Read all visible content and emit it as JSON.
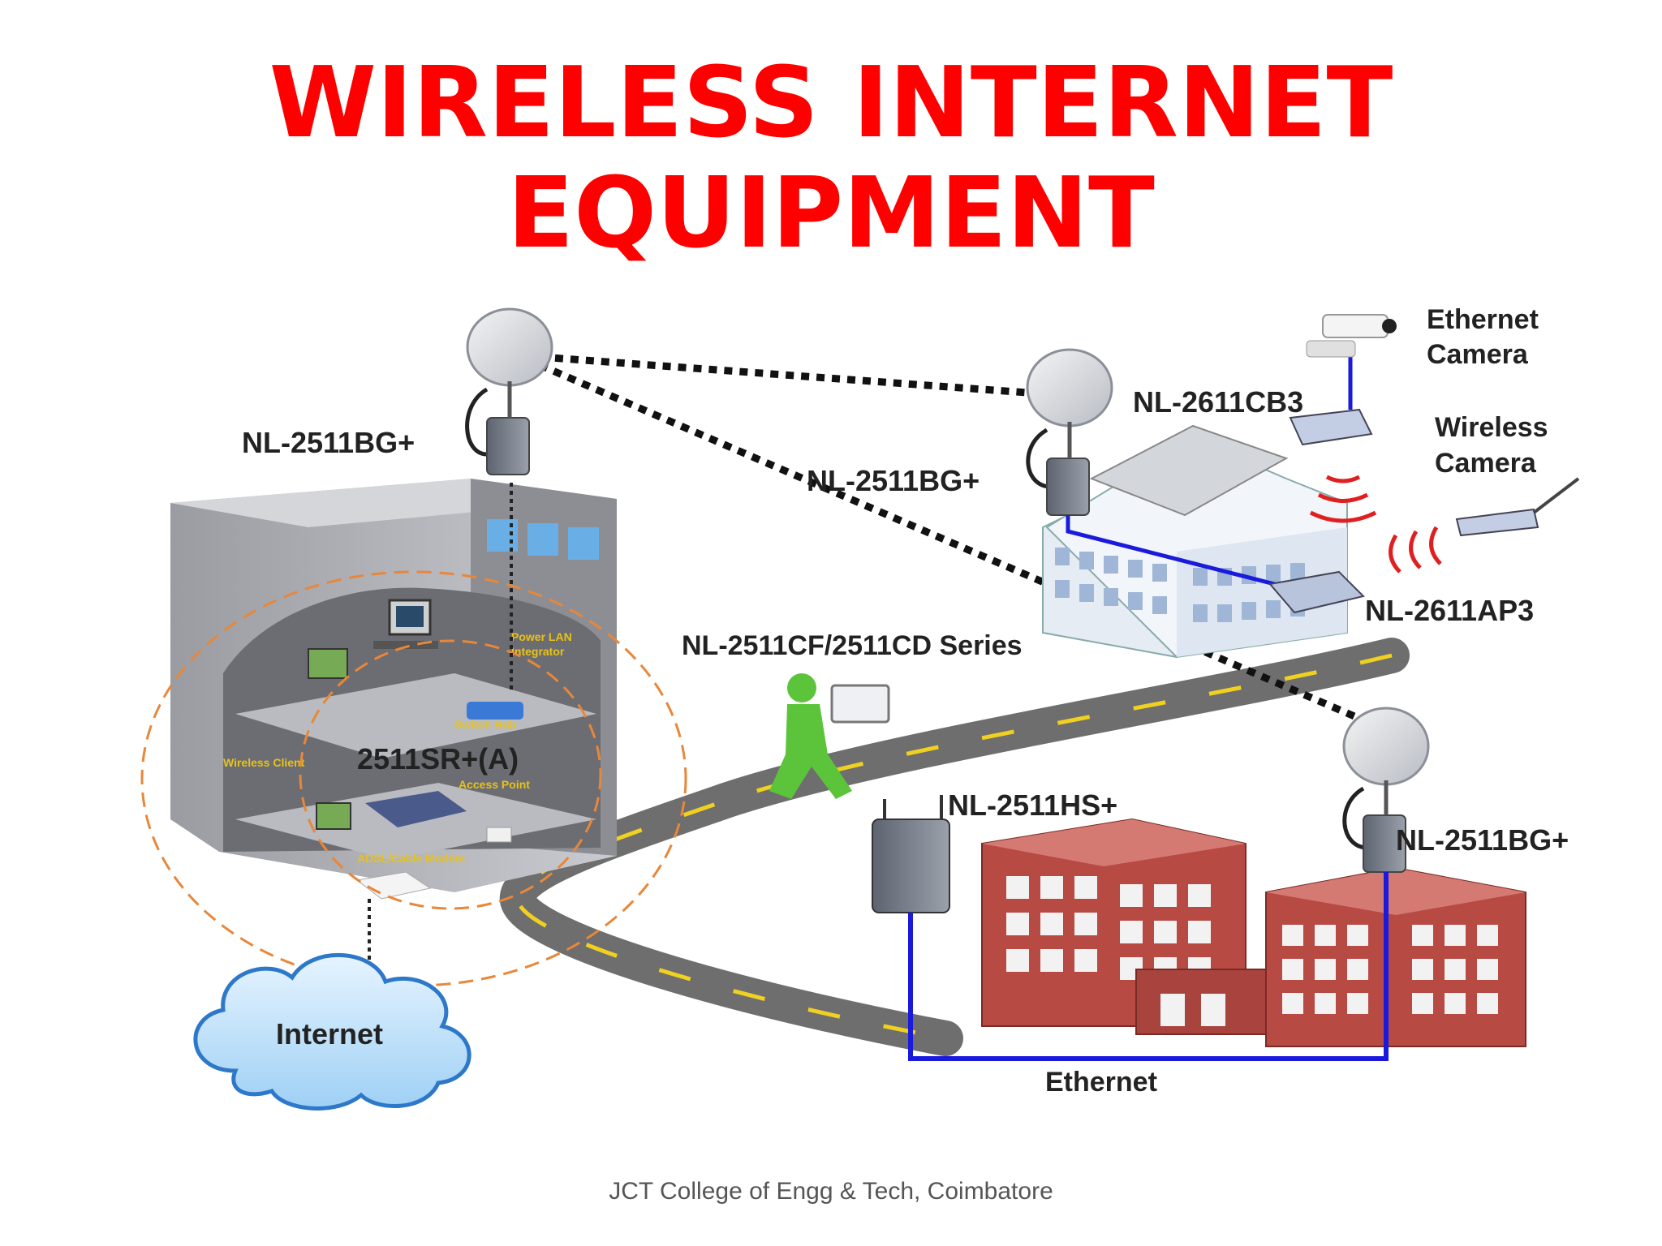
{
  "title": {
    "line1": "WIRELESS INTERNET",
    "line2": "EQUIPMENT"
  },
  "labels": {
    "bg_left": "NL-2511BG+",
    "bg_mid": "NL-2511BG+",
    "bg_right": "NL-2511BG+",
    "cb3": "NL-2611CB3",
    "ap3": "NL-2611AP3",
    "cf_series": "NL-2511CF/2511CD Series",
    "hs": "NL-2511HS+",
    "sr": "2511SR+(A)",
    "eth_camera_1": "Ethernet",
    "eth_camera_2": "Camera",
    "wl_camera_1": "Wireless",
    "wl_camera_2": "Camera",
    "internet": "Internet",
    "ethernet": "Ethernet"
  },
  "inner_labels": {
    "power_lan": "Power LAN",
    "integrator": "Integrator",
    "switch_hub": "Switch Hub",
    "wireless_client": "Wireless Client",
    "access_point": "Access Point",
    "adsl": "ADSL/Cable Modem"
  },
  "footer": "JCT College of Engg & Tech, Coimbatore",
  "colors": {
    "title": "#ff0000",
    "ethernet_line": "#1a1adc",
    "signal": "#e02020",
    "road": "#6e6e6e",
    "brick": "#b84a44"
  }
}
